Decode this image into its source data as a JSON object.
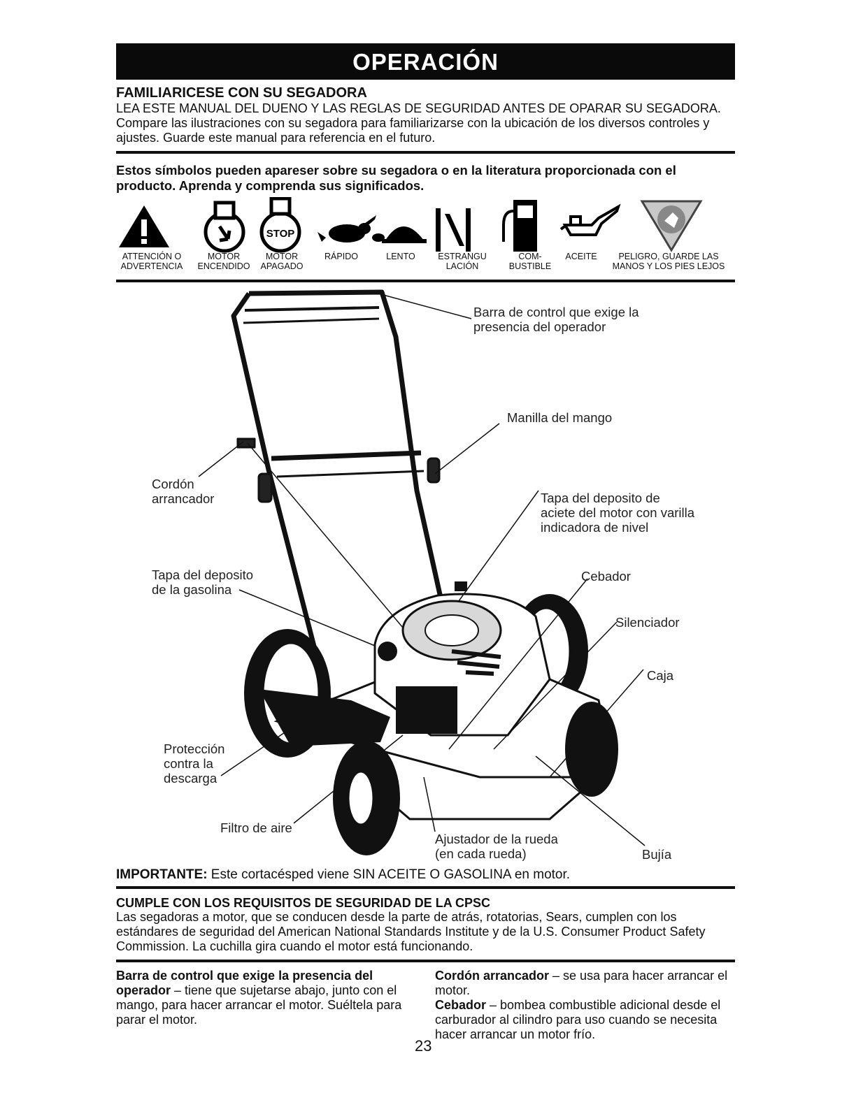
{
  "banner": "OPERACIÓN",
  "familiarize": {
    "title": "FAMILIARICESE CON SU SEGADORA",
    "text": "LEA ESTE MANUAL DEL DUENO Y LAS REGLAS DE SEGURIDAD ANTES DE OPARAR SU SEGADORA.  Compare las ilustraciones con su segadora para familiarizarse con la ubicación de los diversos controles y ajustes.  Guarde este manual para referencia en el futuro."
  },
  "symbols": {
    "heading": "Estos símbolos pueden apareser sobre su segadora o en la literatura proporcionada con el producto.  Aprenda y comprenda sus significados.",
    "stop_text": "STOP",
    "labels": [
      {
        "line1": "ATTENCIÓN O",
        "line2": "ADVERTENCIA"
      },
      {
        "line1": "MOTOR",
        "line2": "ENCENDIDO"
      },
      {
        "line1": "MOTOR",
        "line2": "APAGADO"
      },
      {
        "line1": "RÁPIDO",
        "line2": ""
      },
      {
        "line1": "LENTO",
        "line2": ""
      },
      {
        "line1": "ESTRANGU",
        "line2": "LACIÓN"
      },
      {
        "line1": "COM-",
        "line2": "BUSTIBLE"
      },
      {
        "line1": "ACEITE",
        "line2": ""
      },
      {
        "line1": "PELIGRO, GUARDE LAS",
        "line2": "MANOS Y LOS PIES LEJOS"
      }
    ]
  },
  "callouts": {
    "control_bar": "Barra de control que exige la\npresencia del operador",
    "handle_knob": "Manilla del mango",
    "starter_cord": "Cordón\narrancador",
    "oil_cap": "Tapa del deposito de\naciete del motor con varilla\nindicadora de nivel",
    "gas_cap": "Tapa del deposito\nde la gasolina",
    "primer": "Cebador",
    "muffler": "Silenciador",
    "housing": "Caja",
    "discharge": "Protección\ncontra la\ndescarga",
    "air_filter": "Filtro de aire",
    "wheel_adjuster": "Ajustador de la rueda\n(en cada rueda)",
    "spark_plug": "Bujía"
  },
  "important": {
    "label": "IMPORTANTE:",
    "text": " Este cortacésped viene SIN ACEITE O GASOLINA en motor."
  },
  "cpsc": {
    "title": "CUMPLE CON LOS REQUISITOS DE SEGURIDAD DE LA CPSC",
    "text": "Las segadoras a motor, que se conducen desde la parte de atrás, rotatorias, Sears, cumplen con los estándares de seguridad del American National Standards Institute y de la U.S. Consumer Product Safety Commission.  La cuchilla gira cuando el motor está funcionando."
  },
  "definitions": {
    "control_bar_term": "Barra de control que exige la presencia del operador",
    "control_bar_text": " – tiene que sujetarse abajo, junto con el mango, para hacer arrancar el motor. Suéltela para parar el motor.",
    "cord_term": "Cordón arrancador",
    "cord_text": " – se usa para hacer arrancar el motor.",
    "primer_term": "Cebador",
    "primer_text": " – bombea combustible adicional desde el carburador al cilindro para uso cuando se necesita hacer arrancar un motor frío."
  },
  "page_number": "23"
}
